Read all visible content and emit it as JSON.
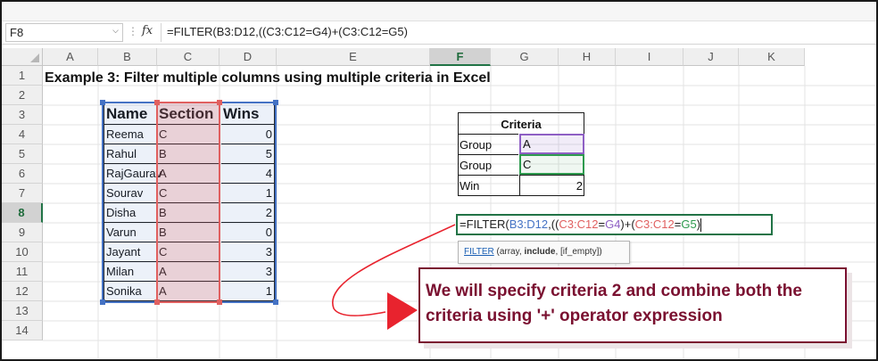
{
  "namebox": {
    "value": "F8"
  },
  "formula_bar": {
    "fx_label": "fx",
    "text": "=FILTER(B3:D12,((C3:C12=G4)+(C3:C12=G5)"
  },
  "columns": [
    "A",
    "B",
    "C",
    "D",
    "E",
    "F",
    "G",
    "H",
    "I",
    "J",
    "K"
  ],
  "selected_column": "F",
  "rows": [
    "1",
    "2",
    "3",
    "4",
    "5",
    "6",
    "7",
    "8",
    "9",
    "10",
    "11",
    "12",
    "13",
    "14"
  ],
  "selected_row": "8",
  "title": "Example 3: Filter multiple columns using multiple criteria in Excel",
  "table": {
    "headers": [
      "Name",
      "Section",
      "Wins"
    ],
    "rows": [
      [
        "Reema",
        "C",
        "0"
      ],
      [
        "Rahul",
        "B",
        "5"
      ],
      [
        "RajGaurav",
        "A",
        "4"
      ],
      [
        "Sourav",
        "C",
        "1"
      ],
      [
        "Disha",
        "B",
        "2"
      ],
      [
        "Varun",
        "B",
        "0"
      ],
      [
        "Jayant",
        "C",
        "3"
      ],
      [
        "Milan",
        "A",
        "3"
      ],
      [
        "Sonika",
        "A",
        "1"
      ]
    ]
  },
  "criteria": {
    "header": "Criteria",
    "rows": [
      {
        "label": "Group",
        "value": "A"
      },
      {
        "label": "Group",
        "value": "C"
      },
      {
        "label": "Win",
        "value": "2"
      }
    ]
  },
  "formula_cell": {
    "p1": "=FILTER(",
    "p2": "B3:D12",
    "p3": ",((",
    "p4": "C3:C12",
    "p5": "=",
    "p6": "G4",
    "p7": ")+(",
    "p8": "C3:C12",
    "p9": "=",
    "p10": "G5",
    "p11": ")"
  },
  "tooltip": {
    "fn": "FILTER",
    "args_pre": " (array, ",
    "args_bold": "include",
    "args_post": ", [if_empty])"
  },
  "callout": {
    "line1": "We will specify criteria 2 and combine both the",
    "line2": "criteria using '+' operator expression"
  },
  "colors": {
    "excel_green": "#217346",
    "callout": "#7a1030",
    "arrow": "#e8232e",
    "blue_ref": "#4472c4",
    "red_ref": "#e06060"
  }
}
